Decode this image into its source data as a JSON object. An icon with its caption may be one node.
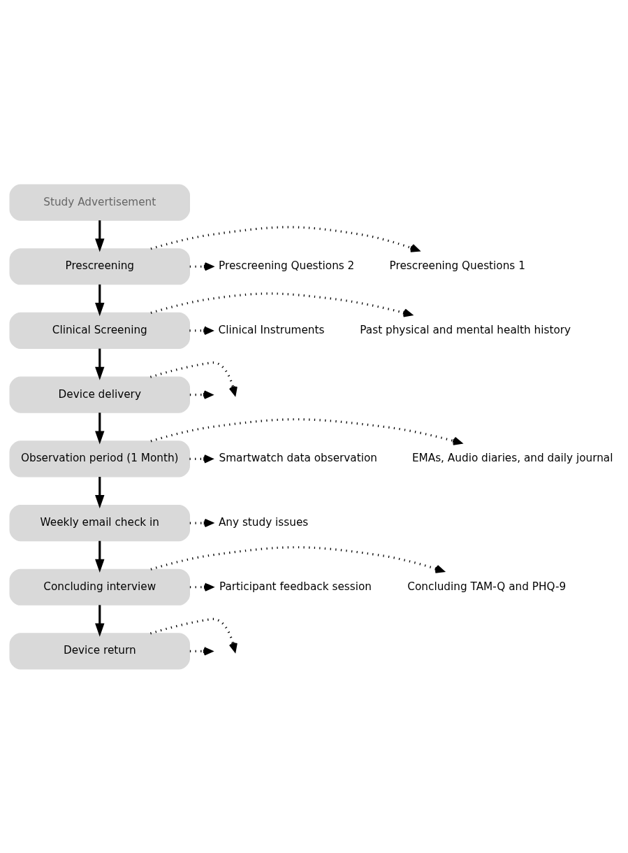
{
  "diagram": {
    "nodes": [
      {
        "text": [
          "Study Advertisement"
        ]
      },
      {
        "text": [
          "Prescreening"
        ]
      },
      {
        "text": [
          "Prescreening Questions 1"
        ]
      },
      {
        "text": [
          "Prescreening Questions 2"
        ]
      },
      {
        "text": [
          "Clinical Screening"
        ]
      },
      {
        "text": [
          "Past physical and mental health history"
        ]
      },
      {
        "text": [
          "Clinical Instruments"
        ]
      },
      {
        "text": [
          "Device delivery"
        ]
      },
      {
        "text": [
          "Observation period (1 Month)"
        ]
      },
      {
        "text": [
          "EMAs, Audio diaries, and daily journal"
        ]
      },
      {
        "text": [
          "Smartwatch data observation"
        ]
      },
      {
        "text": [
          "Weekly email check in"
        ]
      },
      {
        "text": [
          "Any study issues"
        ]
      },
      {
        "text": [
          "Concluding interview"
        ]
      },
      {
        "text": [
          "Concluding TAM-Q and PHQ-9"
        ]
      },
      {
        "text": [
          "Participant feedback session"
        ]
      },
      {
        "text": [
          "Device return"
        ]
      }
    ],
    "edges": [
      {
        "from": 0,
        "to": 1,
        "arrow": "to"
      },
      {
        "from": 1,
        "to": 2,
        "arrow": "to",
        "style": "dashed"
      },
      {
        "from": 1,
        "to": 3,
        "arrow": "to",
        "style": "dashed"
      },
      {
        "from": 1,
        "to": 4,
        "arrow": "to"
      },
      {
        "from": 4,
        "to": 5,
        "arrow": "to",
        "style": "dashed"
      },
      {
        "from": 4,
        "to": 6,
        "arrow": "to",
        "style": "dashed"
      },
      {
        "from": 4,
        "to": 7,
        "arrow": "to"
      },
      {
        "from": 7,
        "to": null,
        "arrow": "to",
        "style": "dashed"
      },
      {
        "from": 7,
        "to": null,
        "arrow": "to",
        "style": "dashed"
      },
      {
        "from": 7,
        "to": 8,
        "arrow": "to"
      },
      {
        "from": 8,
        "to": 9,
        "arrow": "to",
        "style": "dashed"
      },
      {
        "from": 8,
        "to": 10,
        "arrow": "to",
        "style": "dashed"
      },
      {
        "from": 8,
        "to": 11,
        "arrow": "to"
      },
      {
        "from": 11,
        "to": 12,
        "arrow": "to",
        "style": "dashed"
      },
      {
        "from": 11,
        "to": 13,
        "arrow": "to"
      },
      {
        "from": 13,
        "to": 14,
        "arrow": "to",
        "style": "dashed"
      },
      {
        "from": 13,
        "to": 15,
        "arrow": "to",
        "style": "dashed"
      },
      {
        "from": 13,
        "to": 16,
        "arrow": "to"
      },
      {
        "from": 16,
        "to": null,
        "arrow": "to",
        "style": "dashed"
      },
      {
        "from": 16,
        "to": null,
        "arrow": "to",
        "style": "dashed"
      }
    ]
  }
}
